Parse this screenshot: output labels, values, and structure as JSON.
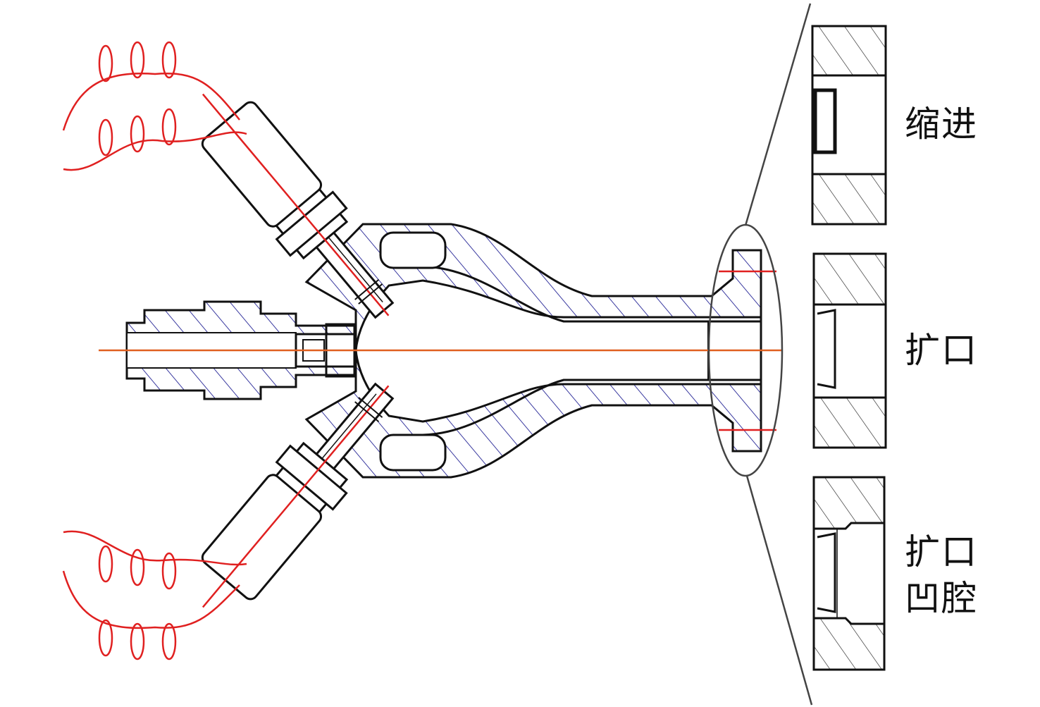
{
  "labels": {
    "variant_1": "缩进",
    "variant_2": "扩口",
    "variant_3_line1": "扩口",
    "variant_3_line2": "凹腔"
  },
  "colors": {
    "hatch": "#3a3aa0",
    "wire": "#e02020",
    "axis": "#e06020",
    "outline": "#111111"
  }
}
